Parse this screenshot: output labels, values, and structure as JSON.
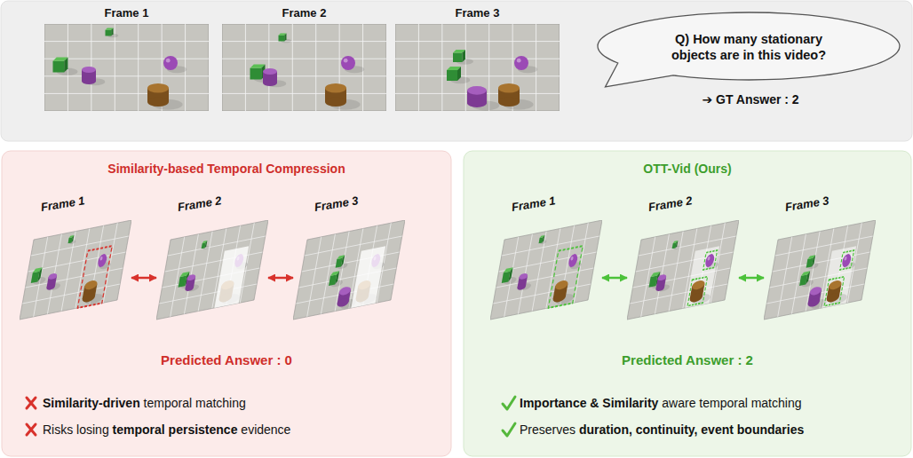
{
  "diagram": {
    "nodes": [
      {
        "text": [
          "Frame 1"
        ]
      },
      {
        "text": [
          "Frame 2"
        ]
      },
      {
        "text": [
          "Frame 3"
        ]
      },
      {
        "text": [
          "Q) How many stationary objects are in this video?"
        ]
      },
      {
        "text": [
          "Similarity-based Temporal Compression",
          "Predicted Answer : 0",
          "Similarity-driven",
          "temporal matching",
          "Risks losing",
          "temporal persistence",
          "evidence"
        ]
      },
      {
        "text": [
          "Frame 1"
        ],
        "in": 4
      },
      {
        "text": [
          "Frame 2"
        ],
        "in": 4
      },
      {
        "text": [
          "Frame 3"
        ],
        "in": 4
      },
      {
        "text": [
          "OTT-Vid (Ours)",
          "Predicted Answer : 2",
          "Importance & Similarity",
          "aware temporal matching",
          "Preserves",
          "duration, continuity, event boundaries"
        ]
      },
      {
        "text": [
          "Frame 1"
        ],
        "in": 8
      },
      {
        "text": [
          "Frame 2"
        ],
        "in": 8
      },
      {
        "text": [
          "Frame 3"
        ],
        "in": 8
      }
    ],
    "edges": [
      {
        "from": 5,
        "to": 6,
        "arrow": "both"
      },
      {
        "from": 6,
        "to": 7,
        "arrow": "both"
      },
      {
        "from": 9,
        "to": 10,
        "arrow": "both"
      },
      {
        "from": 10,
        "to": 11,
        "arrow": "both"
      }
    ],
    "labels": [
      "➔ GT Answer : 2"
    ]
  }
}
